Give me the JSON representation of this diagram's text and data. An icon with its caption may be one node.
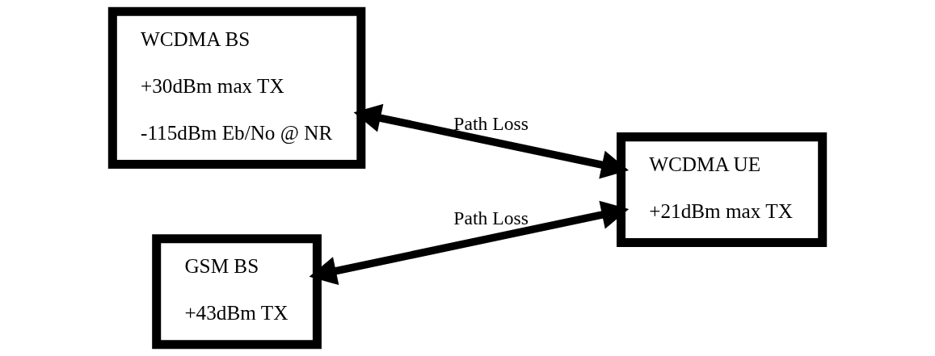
{
  "diagram": {
    "nodes": [
      {
        "text": [
          "WCDMA BS",
          "+30dBm max TX",
          "-115dBm Eb/No @ NR"
        ]
      },
      {
        "text": [
          "GSM BS",
          "+43dBm TX"
        ]
      },
      {
        "text": [
          "WCDMA UE",
          "+21dBm max TX"
        ]
      }
    ],
    "edges": [
      {
        "from": 0,
        "to": 2,
        "arrow": "both",
        "label": "Path Loss"
      },
      {
        "from": 1,
        "to": 2,
        "arrow": "both",
        "label": "Path Loss"
      }
    ]
  }
}
